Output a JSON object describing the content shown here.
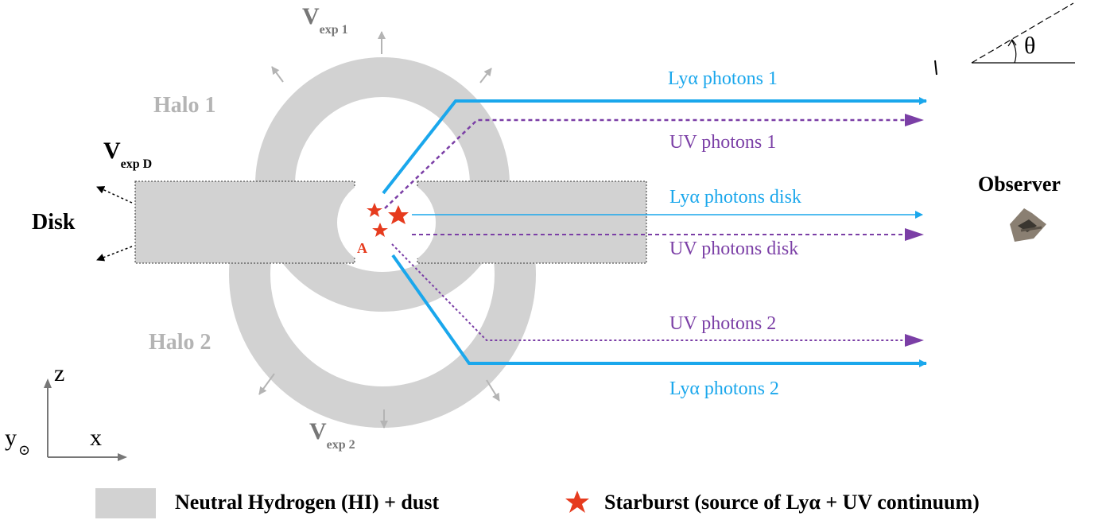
{
  "labels": {
    "halo1": "Halo 1",
    "halo2": "Halo 2",
    "disk": "Disk",
    "source": "A",
    "observer": "Observer",
    "theta": "θ",
    "axis_z": "z",
    "axis_x": "x",
    "axis_y": "y",
    "axis_y_symbol": "⊙",
    "vexp1_main": "V",
    "vexp1_sub": "exp 1",
    "vexp2_main": "V",
    "vexp2_sub": "exp 2",
    "vexpd_main": "V",
    "vexpd_sub": "exp D"
  },
  "rays": {
    "lya1": "Lyα photons 1",
    "uv1": "UV photons 1",
    "lya_disk": "Lyα photons disk",
    "uv_disk": "UV photons disk",
    "uv2": "UV photons 2",
    "lya2": "Lyα photons 2"
  },
  "legend": {
    "hi": "Neutral Hydrogen (HI) + dust",
    "starburst": "Starburst (source of Lyα + UV continuum)"
  },
  "colors": {
    "lya": "#1aa7ec",
    "uv": "#7b3fa6",
    "gas": "#d2d2d2",
    "star": "#e63b1e",
    "label_gray": "#b4b4b4"
  }
}
